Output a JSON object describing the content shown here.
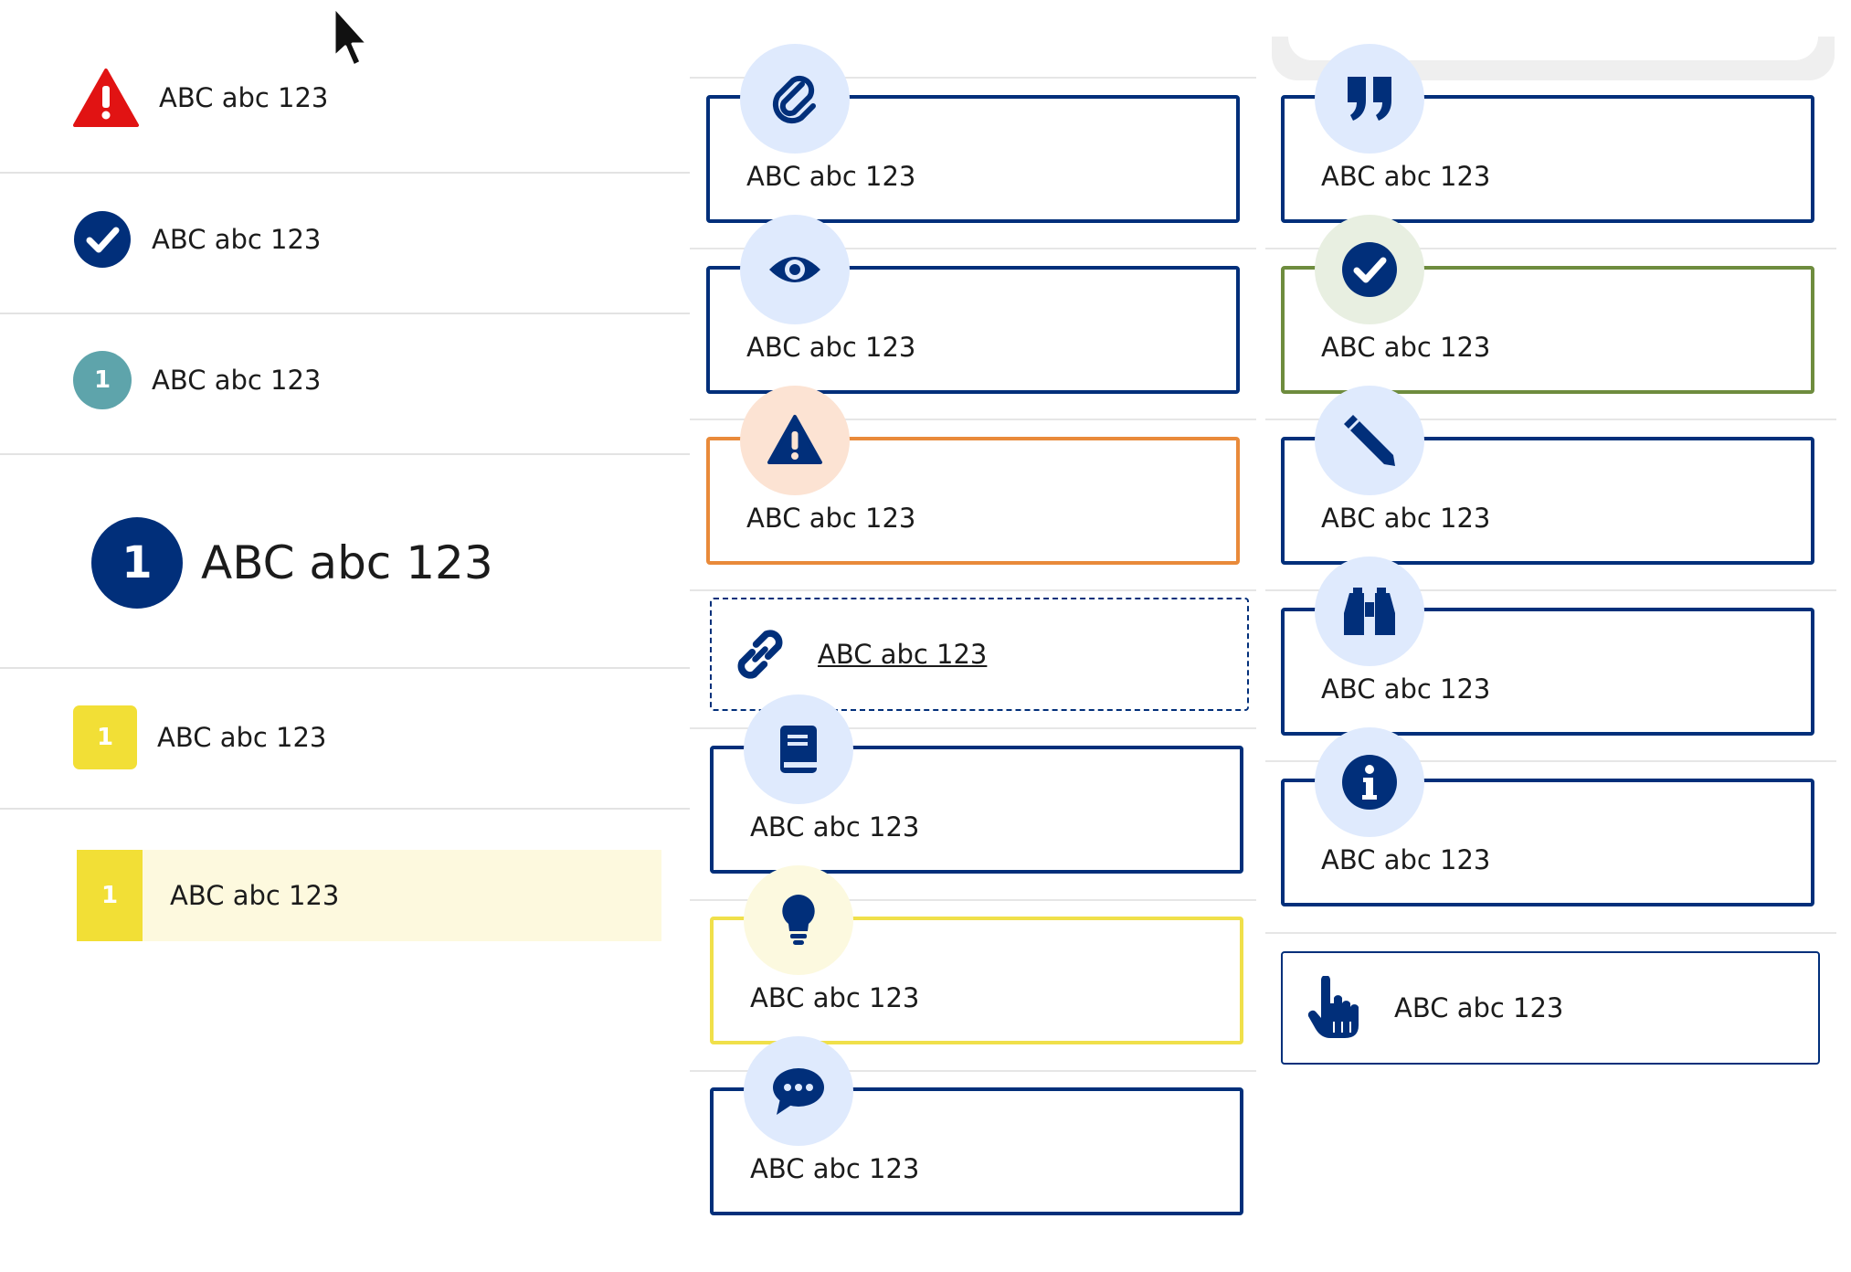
{
  "colors": {
    "navy": "#012f7a",
    "danger_red": "#e11313",
    "teal": "#5ea4ab",
    "yellow": "#f2df36",
    "band_yellow": "#fdf9de",
    "success_green": "#5e8a3a",
    "warning_orange": "#e98a3a",
    "light_blue_circle": "#dfeafd",
    "light_green_circle": "#e8efe1",
    "light_orange_circle": "#fce3d3",
    "light_yellow_circle": "#fcf9df"
  },
  "left_list": {
    "warning_item": {
      "label": "ABC abc 123",
      "icon": "warning-triangle-icon"
    },
    "check_item": {
      "label": "ABC abc 123",
      "icon": "check-circle-icon"
    },
    "teal_item": {
      "label": "ABC abc 123",
      "number": "1"
    },
    "big_item": {
      "label": "ABC abc 123",
      "number": "1"
    },
    "square_item": {
      "label": "ABC abc 123",
      "number": "1"
    },
    "band_item": {
      "label": "ABC abc 123",
      "number": "1"
    }
  },
  "cards_middle": [
    {
      "label": "ABC abc 123",
      "icon": "paperclip-icon"
    },
    {
      "label": "ABC abc 123",
      "icon": "eye-icon"
    },
    {
      "label": "ABC abc 123",
      "icon": "warning-icon"
    },
    {
      "label": "ABC abc 123",
      "icon": "link-icon"
    },
    {
      "label": "ABC abc 123",
      "icon": "book-icon"
    },
    {
      "label": "ABC abc 123",
      "icon": "lightbulb-icon"
    },
    {
      "label": "ABC abc 123",
      "icon": "speech-bubble-icon"
    }
  ],
  "cards_right": [
    {
      "label": "ABC abc 123",
      "icon": "quote-icon"
    },
    {
      "label": "ABC abc 123",
      "icon": "check-circle-icon"
    },
    {
      "label": "ABC abc 123",
      "icon": "pencil-icon"
    },
    {
      "label": "ABC abc 123",
      "icon": "binoculars-icon"
    },
    {
      "label": "ABC abc 123",
      "icon": "info-icon"
    },
    {
      "label": "ABC abc 123",
      "icon": "pointing-hand-icon"
    }
  ]
}
